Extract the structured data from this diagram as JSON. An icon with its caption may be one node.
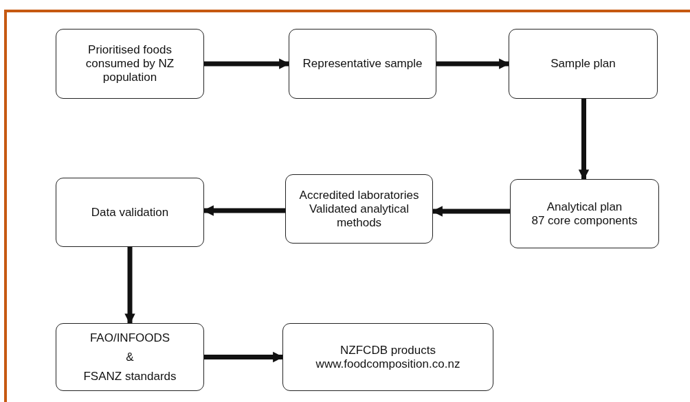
{
  "diagram": {
    "nodes": [
      {
        "text": [
          "Prioritised foods consumed by NZ population"
        ]
      },
      {
        "text": [
          "Representative sample"
        ]
      },
      {
        "text": [
          "Sample plan"
        ]
      },
      {
        "text": [
          "Analytical plan",
          "87 core components"
        ]
      },
      {
        "text": [
          "Accredited laboratories",
          "Validated analytical methods"
        ]
      },
      {
        "text": [
          "Data validation"
        ]
      },
      {
        "text": [
          "FAO/INFOODS",
          "&",
          "FSANZ standards"
        ]
      },
      {
        "text": [
          "NZFCDB products",
          "www.foodcomposition.co.nz"
        ]
      }
    ],
    "edges": [
      {
        "from": 0,
        "to": 1,
        "arrow": "to"
      },
      {
        "from": 1,
        "to": 2,
        "arrow": "to"
      },
      {
        "from": 2,
        "to": 3,
        "arrow": "to"
      },
      {
        "from": 3,
        "to": 4,
        "arrow": "to"
      },
      {
        "from": 4,
        "to": 5,
        "arrow": "to"
      },
      {
        "from": 5,
        "to": 6,
        "arrow": "to"
      },
      {
        "from": 6,
        "to": 7,
        "arrow": "to"
      }
    ]
  }
}
